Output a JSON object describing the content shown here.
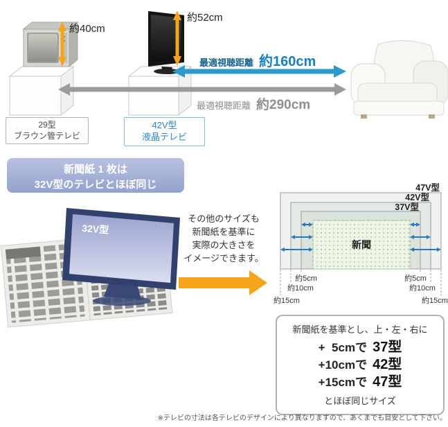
{
  "top_section": {
    "crt": {
      "height": "約40cm",
      "caption1": "29型",
      "caption2": "ブラウン管テレビ"
    },
    "lcd": {
      "height": "約52cm",
      "caption1": "42V型",
      "caption2": "液晶テレビ"
    },
    "distance_lcd": {
      "label": "最適視聴距離",
      "value": "約160cm"
    },
    "distance_crt": {
      "label": "最適視聴距離",
      "value": "約290cm"
    }
  },
  "banner": {
    "line1": "新聞紙 1 枚は",
    "line2": "32V型のテレビとほぼ同じ"
  },
  "newspaper_illustration": {
    "tv_label": "32V型"
  },
  "description": {
    "line1": "その他のサイズも",
    "line2": "新聞紙を基準に",
    "line3": "実際の大きさを",
    "line4": "イメージできます。"
  },
  "size_diagram": {
    "sizes": [
      "47V型",
      "42V型",
      "37V型"
    ],
    "newspaper": "新聞",
    "measurements": [
      "約5cm",
      "約10cm",
      "約15cm"
    ]
  },
  "summary_box": {
    "heading": "新聞紙を基準とし、上・左・右に",
    "rows": [
      {
        "plus": "+  5cmで",
        "size": "37型"
      },
      {
        "plus": "+10cmで",
        "size": "42型"
      },
      {
        "plus": "+15cmで",
        "size": "47型"
      }
    ],
    "footer": "とほぼ同じサイズ"
  },
  "footnote": "※テレビの寸法は各テレビのデザインにより異なりますので、あくまでも目安として下さい。",
  "colors": {
    "orange": "#f6a41c",
    "arrow_blue": "#2e9ac9",
    "arrow_gray": "#9b9b9b",
    "text_blue": "#1580bf",
    "banner_purple": "#93a2ce",
    "newspaper_green": "#eef5e7",
    "gap_arrow_blue": "#2878c0"
  }
}
